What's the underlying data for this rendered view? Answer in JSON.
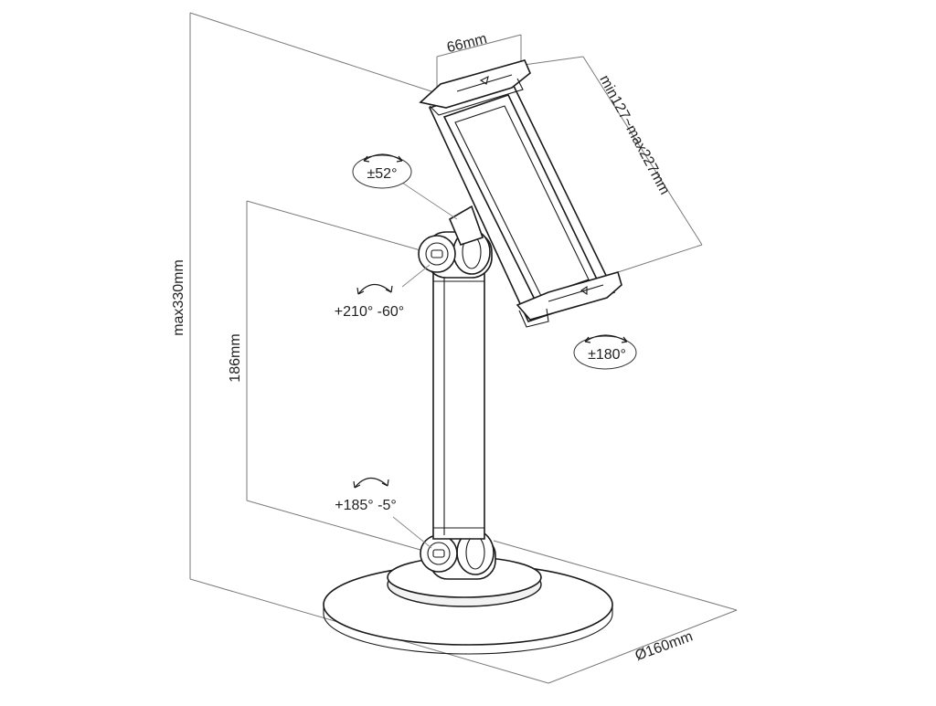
{
  "labels": {
    "max_height": "max330mm",
    "arm_height": "186mm",
    "clamp_width": "66mm",
    "clamp_range": "min127~max227mm",
    "tilt_range": "±52°",
    "upper_joint_range": "+210° -60°",
    "rotation_range": "±180°",
    "lower_joint_range": "+185° -5°",
    "base_diameter": "Ø160mm"
  },
  "icons": {
    "rotate_arrows": "curved-double-arrow-icon"
  }
}
